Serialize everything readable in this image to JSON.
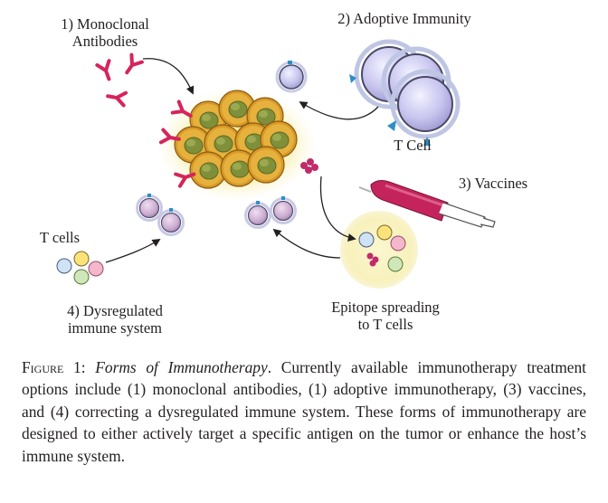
{
  "labels": {
    "monoclonal": [
      "1) Monoclonal",
      "Antibodies"
    ],
    "adoptive": "2) Adoptive Immunity",
    "tcell": "T Cell",
    "vaccines": "3) Vaccines",
    "tcells": "T cells",
    "dysregulated": [
      "4) Dysregulated",
      "immune system"
    ],
    "epitope": [
      "Epitope spreading",
      "to T cells"
    ]
  },
  "caption": {
    "prefix": "Figure 1:",
    "title": "Forms of Immunotherapy",
    "body": ". Currently available immunotherapy treatment options include (1) monoclonal antibodies, (1) adoptive immunotherapy, (3) vaccines, and (4) correcting a dysregulated immune system. These forms of immunotherapy are designed to either actively target a specific antigen on the tumor or enhance the host’s immune system."
  },
  "colors": {
    "antibody": "#d6245c",
    "tumor": "#d8a02a",
    "tumor_nucleus": "#8a9a3c",
    "tcell": "#c9c9ee",
    "tcell_outline": "#6b6b8a",
    "receptor": "#2e8fc4",
    "syringe": "#c4245b",
    "glow": "#f6f1b8"
  }
}
